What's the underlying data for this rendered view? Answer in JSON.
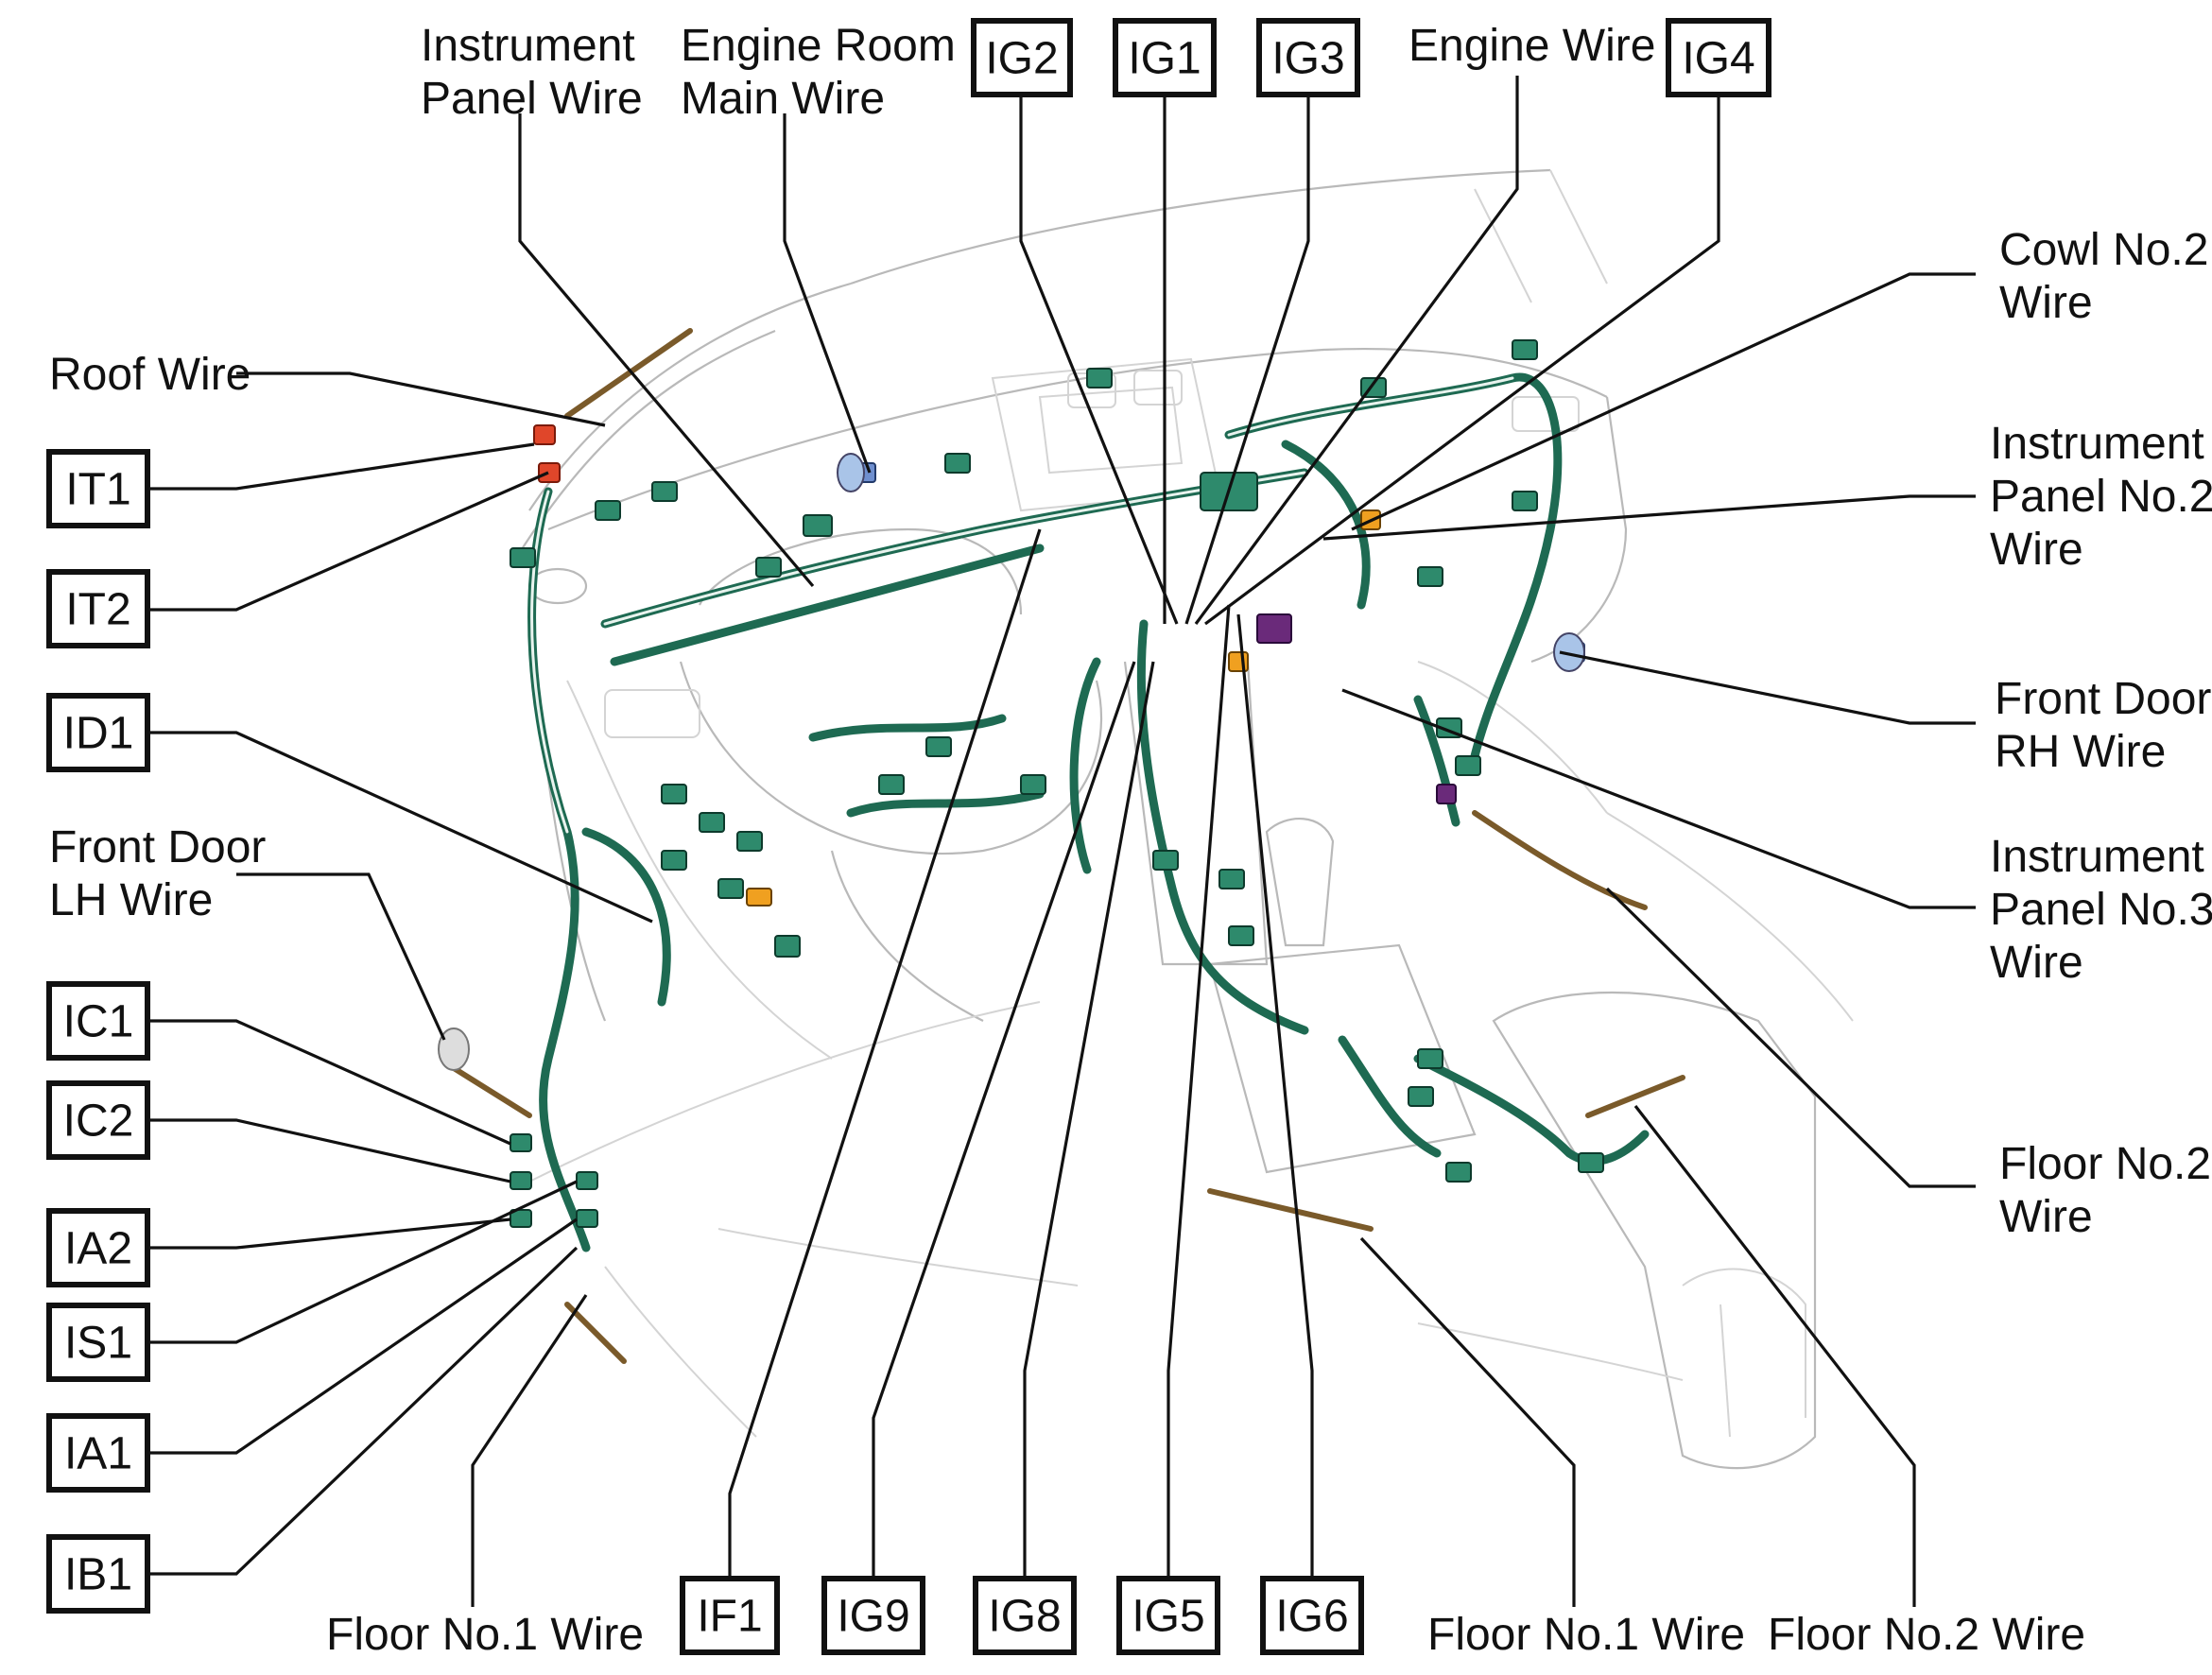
{
  "labels": {
    "instrument_panel_wire": [
      "Instrument",
      "Panel Wire"
    ],
    "engine_room_main_wire": [
      "Engine Room",
      "Main Wire"
    ],
    "engine_wire": "Engine Wire",
    "roof_wire": "Roof Wire",
    "cowl_no2_wire": [
      "Cowl No.2",
      "Wire"
    ],
    "instrument_panel_no2_wire": [
      "Instrument",
      "Panel No.2",
      "Wire"
    ],
    "front_door_rh_wire": [
      "Front Door",
      "RH Wire"
    ],
    "instrument_panel_no3_wire": [
      "Instrument",
      "Panel No.3",
      "Wire"
    ],
    "floor_no2_wire_right": [
      "Floor No.2",
      "Wire"
    ],
    "front_door_lh_wire": [
      "Front Door",
      "LH Wire"
    ],
    "floor_no1_wire_left": "Floor No.1 Wire",
    "floor_no1_wire_bottom": "Floor No.1 Wire",
    "floor_no2_wire_bottom": "Floor No.2 Wire"
  },
  "connectors": {
    "top": [
      "IG2",
      "IG1",
      "IG3",
      "IG4"
    ],
    "left": [
      "IT1",
      "IT2",
      "ID1",
      "IC1",
      "IC2",
      "IA2",
      "IS1",
      "IA1",
      "IB1"
    ],
    "bottom": [
      "IF1",
      "IG9",
      "IG8",
      "IG5",
      "IG6"
    ]
  },
  "colors": {
    "harness": "#1e6a52",
    "connector": "#2e8a6c",
    "outline": "#b9b9b9",
    "roof_connector": "#e0462a",
    "door_rh_connector": "#6f8fcf",
    "accent_orange": "#f0a020",
    "accent_purple": "#6a2a7a"
  }
}
